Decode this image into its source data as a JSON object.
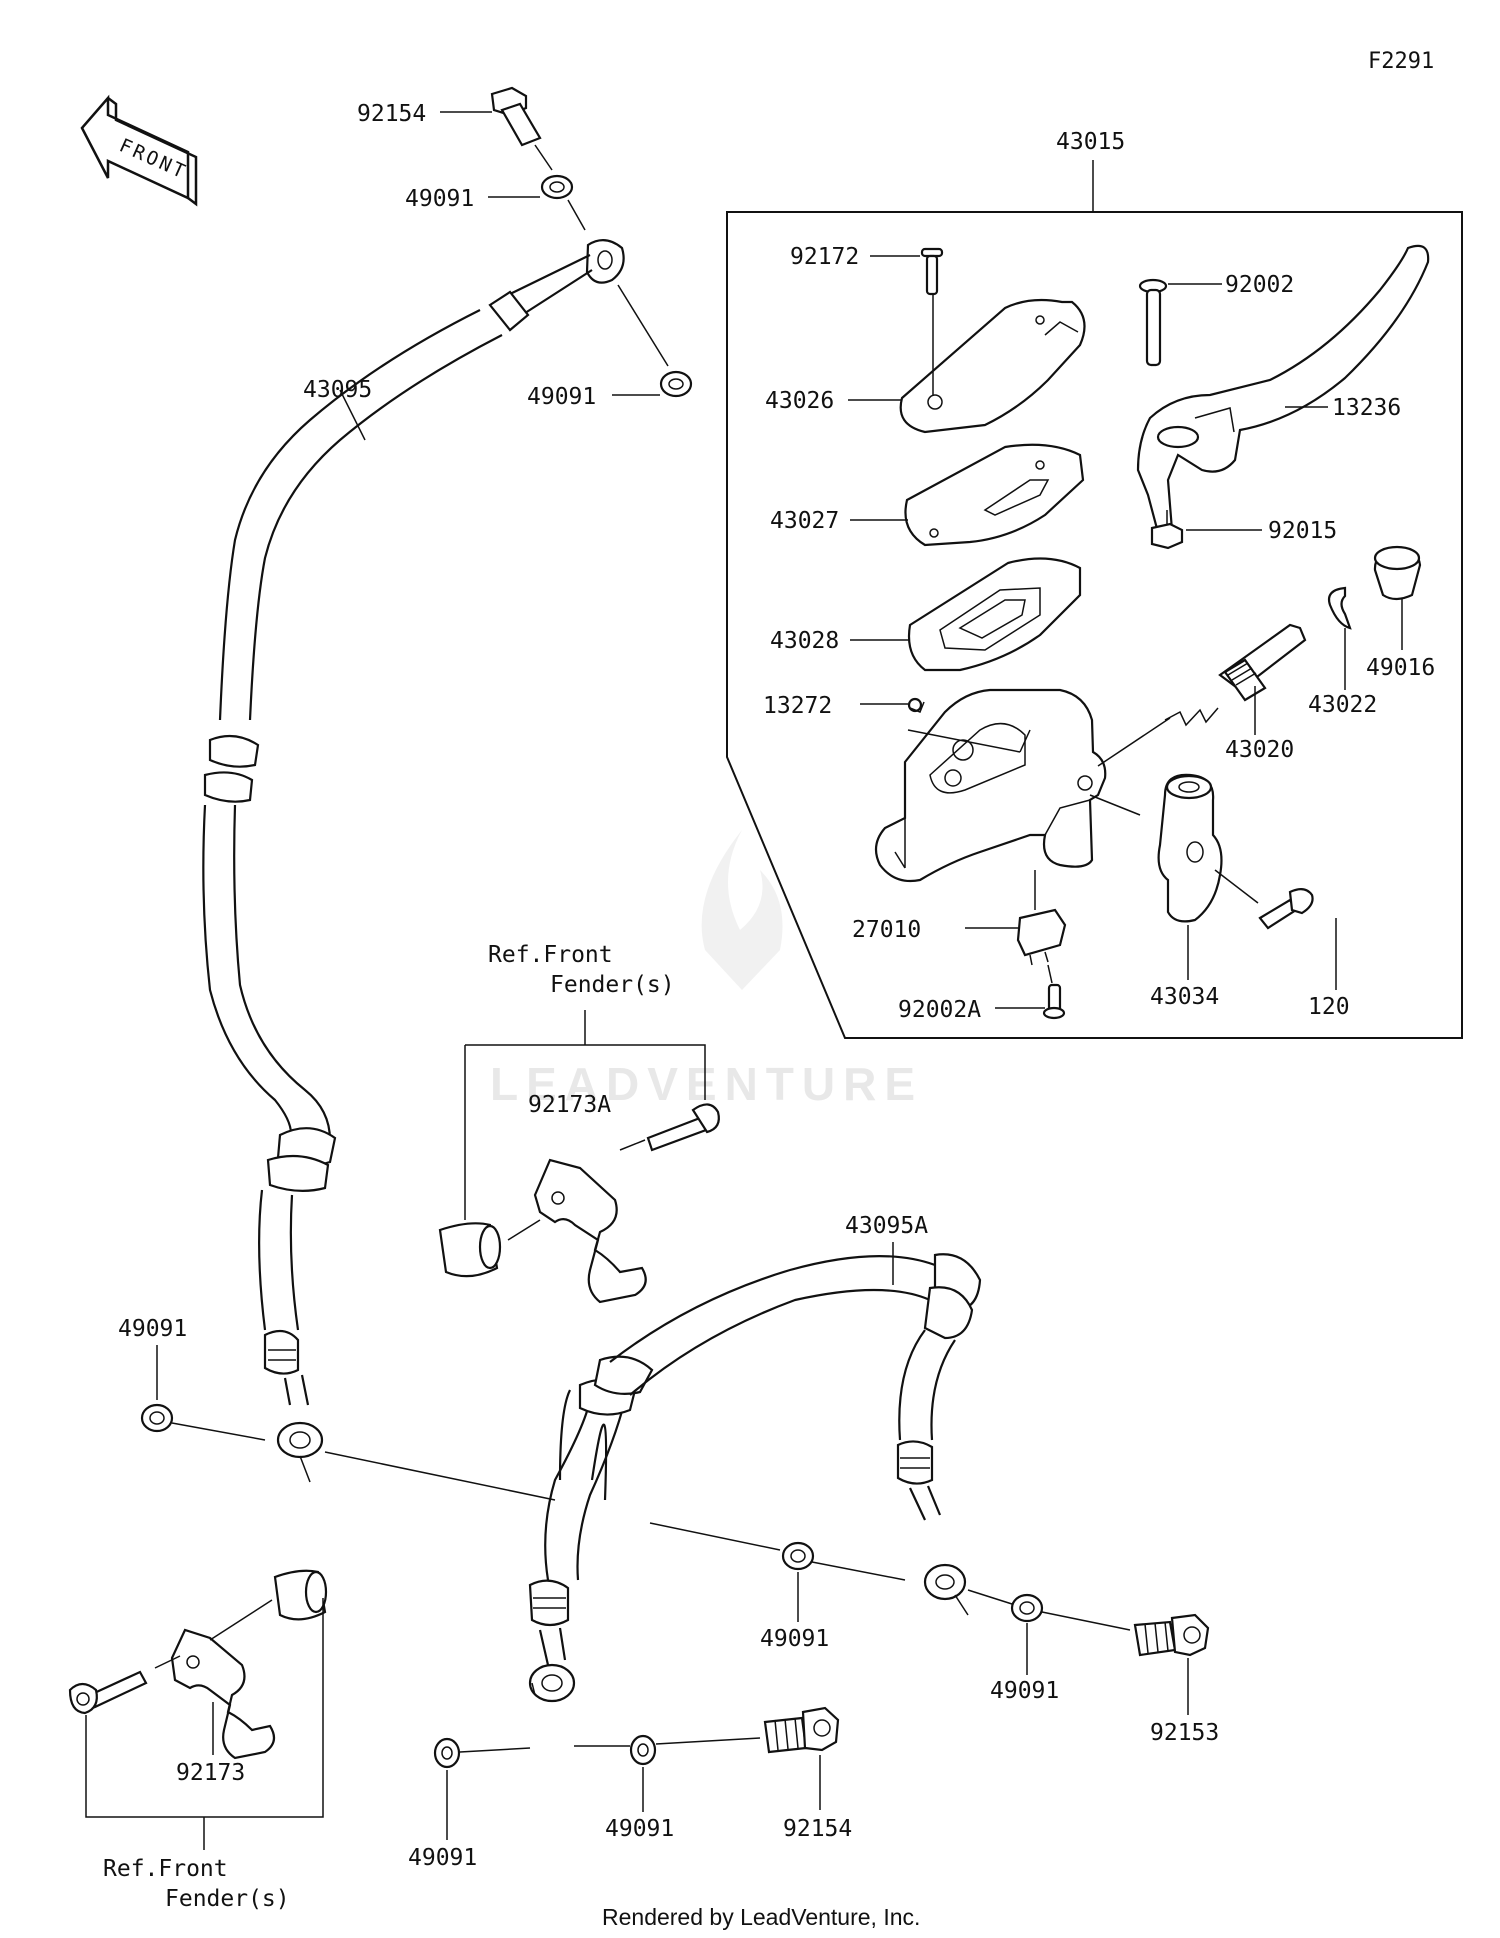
{
  "figure_code": "F2291",
  "direction_label": "FRONT",
  "watermark": "LEADVENTURE",
  "footer": "Rendered by LeadVenture, Inc.",
  "ref_label_line1": "Ref.Front",
  "ref_label_line2": "Fender(s)",
  "parts": {
    "p43015": "43015",
    "p92172": "92172",
    "p92002": "92002",
    "p43026": "43026",
    "p13236": "13236",
    "p43027": "43027",
    "p92015": "92015",
    "p43028": "43028",
    "p49016": "49016",
    "p43022": "43022",
    "p13272": "13272",
    "p43020": "43020",
    "p27010": "27010",
    "p92002A": "92002A",
    "p43034": "43034",
    "p120": "120",
    "p92154_top": "92154",
    "p49091_top1": "49091",
    "p49091_top2": "49091",
    "p43095": "43095",
    "p92173A": "92173A",
    "p43095A": "43095A",
    "p49091_left": "49091",
    "p49091_mid": "49091",
    "p49091_right": "49091",
    "p92153": "92153",
    "p92173": "92173",
    "p49091_bl": "49091",
    "p49091_bm": "49091",
    "p92154_bottom": "92154"
  }
}
